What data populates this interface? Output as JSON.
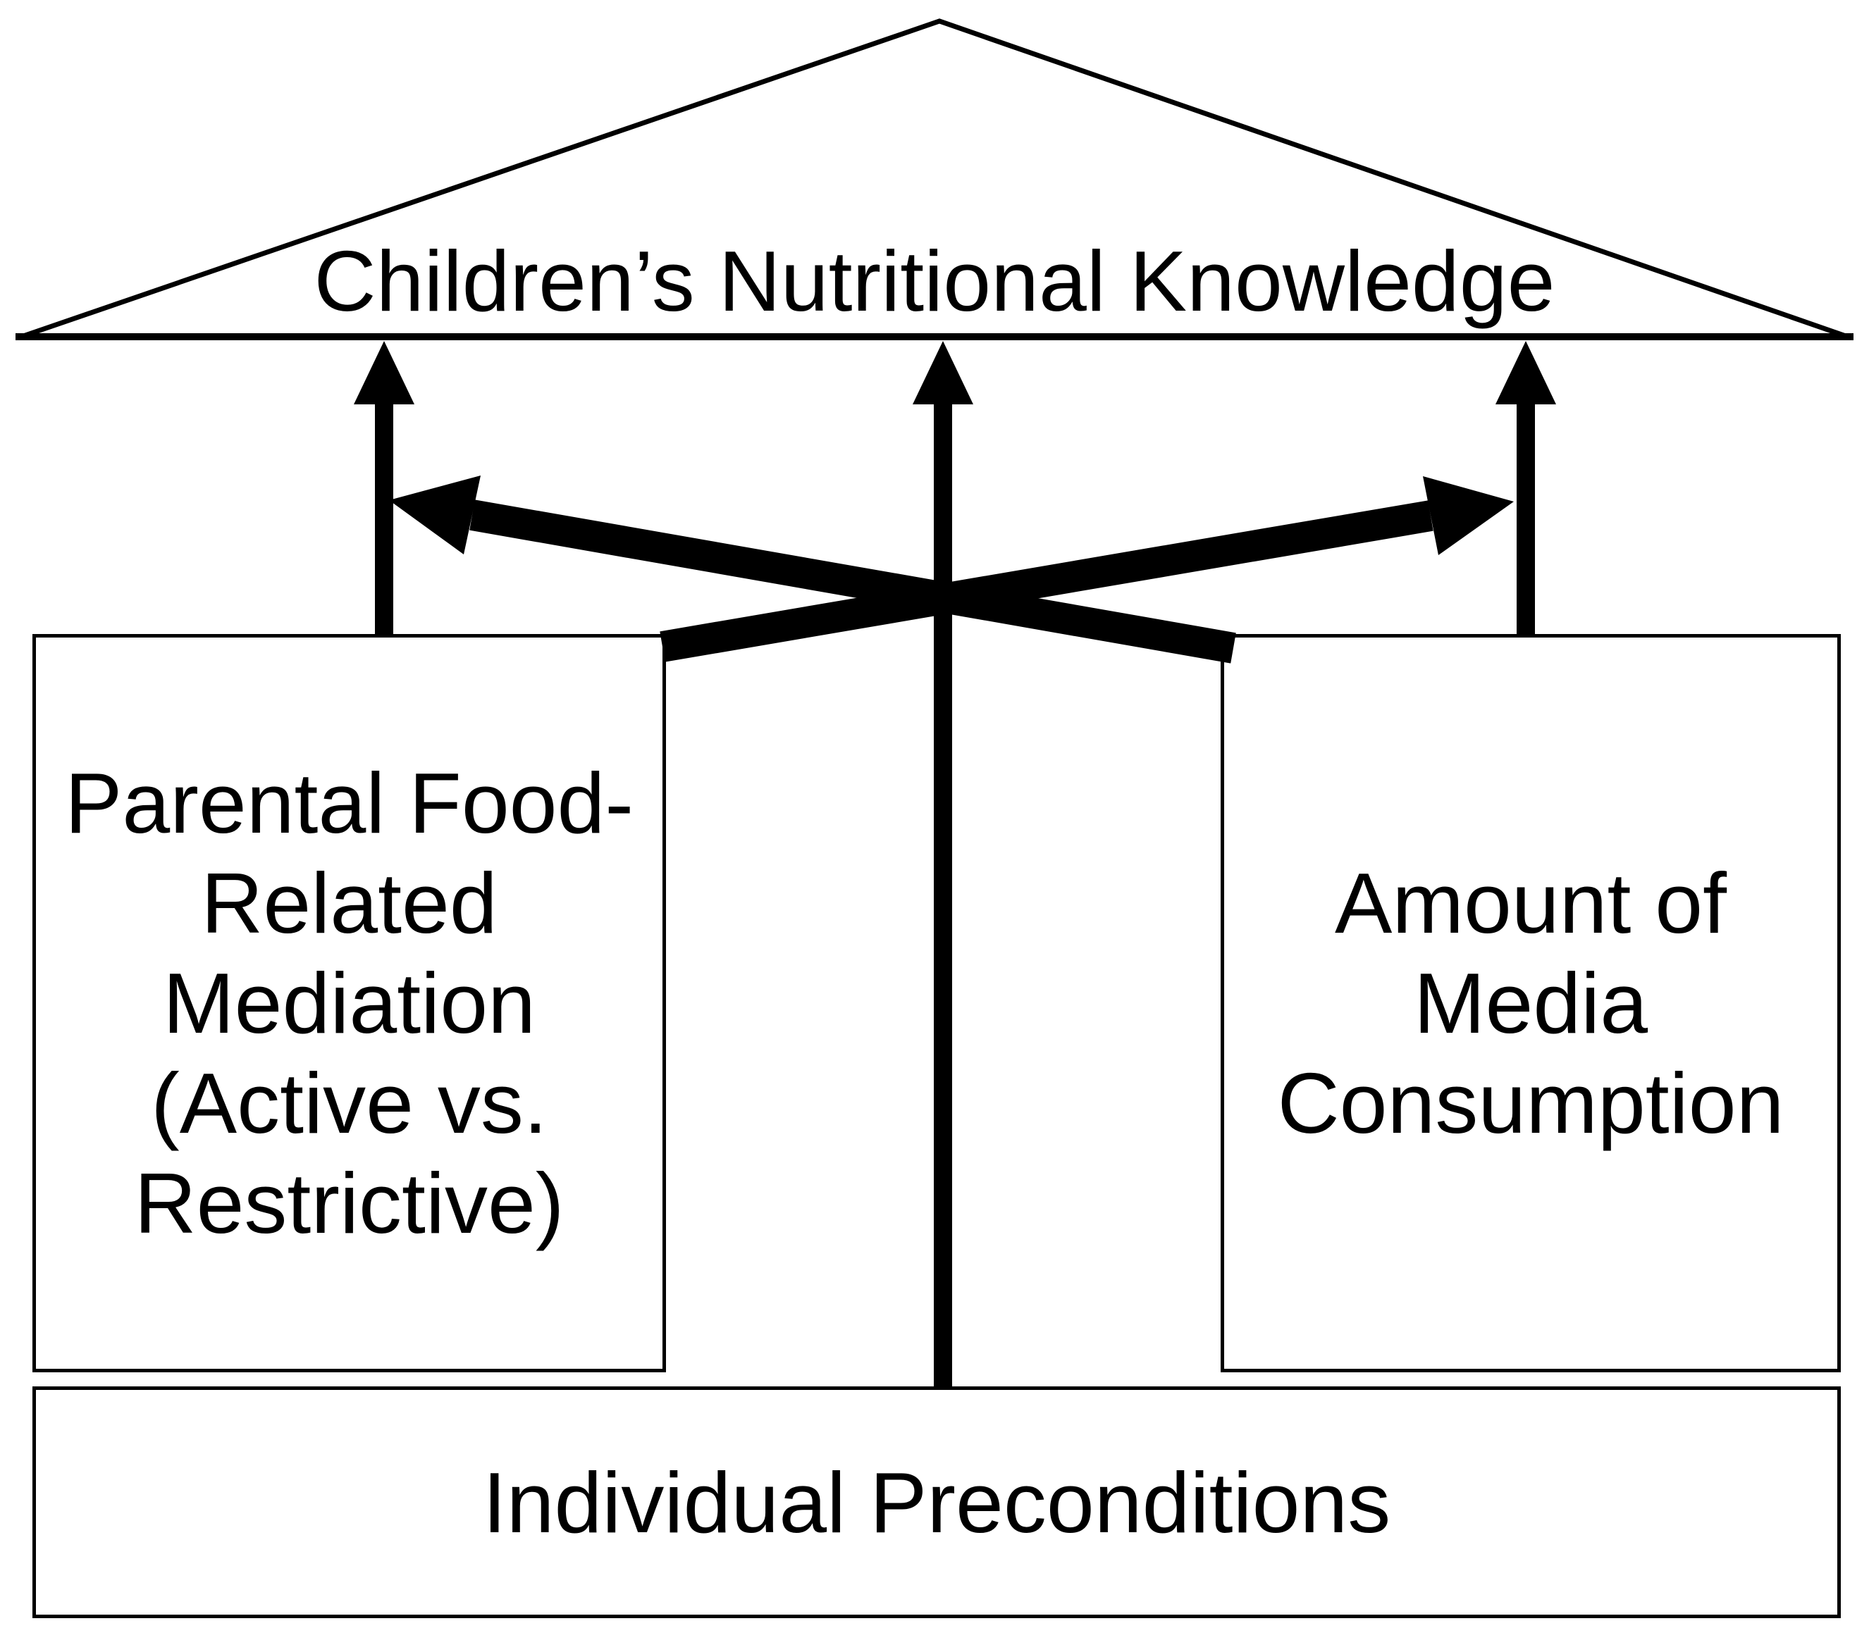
{
  "page": {
    "background_color": "#ffffff",
    "line_color": "#000000"
  },
  "diagram": {
    "roof": {
      "shape": "triangle",
      "label": "Children’s Nutritional Knowledge"
    },
    "boxes": {
      "left": {
        "label": "Parental Food-Related Mediation (Active vs. Restrictive)",
        "lines": [
          "Parental Food-",
          "Related",
          "Mediation",
          "(Active vs.",
          "Restrictive)"
        ]
      },
      "right": {
        "label": "Amount of Media Consumption",
        "lines": [
          "Amount of",
          "Media",
          "Consumption"
        ]
      },
      "bottom": {
        "label": "Individual Preconditions"
      }
    },
    "edges": [
      {
        "id": "mediation-to-knowledge",
        "from": "Parental Food-Related Mediation (Active vs. Restrictive)",
        "to": "Children’s Nutritional Knowledge",
        "line": "thin",
        "direction": "up"
      },
      {
        "id": "preconditions-to-knowledge",
        "from": "Individual Preconditions",
        "to": "Children’s Nutritional Knowledge",
        "line": "thin",
        "direction": "up"
      },
      {
        "id": "media-to-knowledge",
        "from": "Amount of Media Consumption",
        "to": "Children’s Nutritional Knowledge",
        "line": "thin",
        "direction": "up"
      },
      {
        "id": "media-crossing-arrow",
        "from": "Amount of Media Consumption",
        "to": "arrow mediation-to-knowledge",
        "line": "thick",
        "direction": "up-left"
      },
      {
        "id": "mediation-crossing-arrow",
        "from": "Parental Food-Related Mediation (Active vs. Restrictive)",
        "to": "arrow media-to-knowledge",
        "line": "thick",
        "direction": "up-right"
      }
    ]
  }
}
